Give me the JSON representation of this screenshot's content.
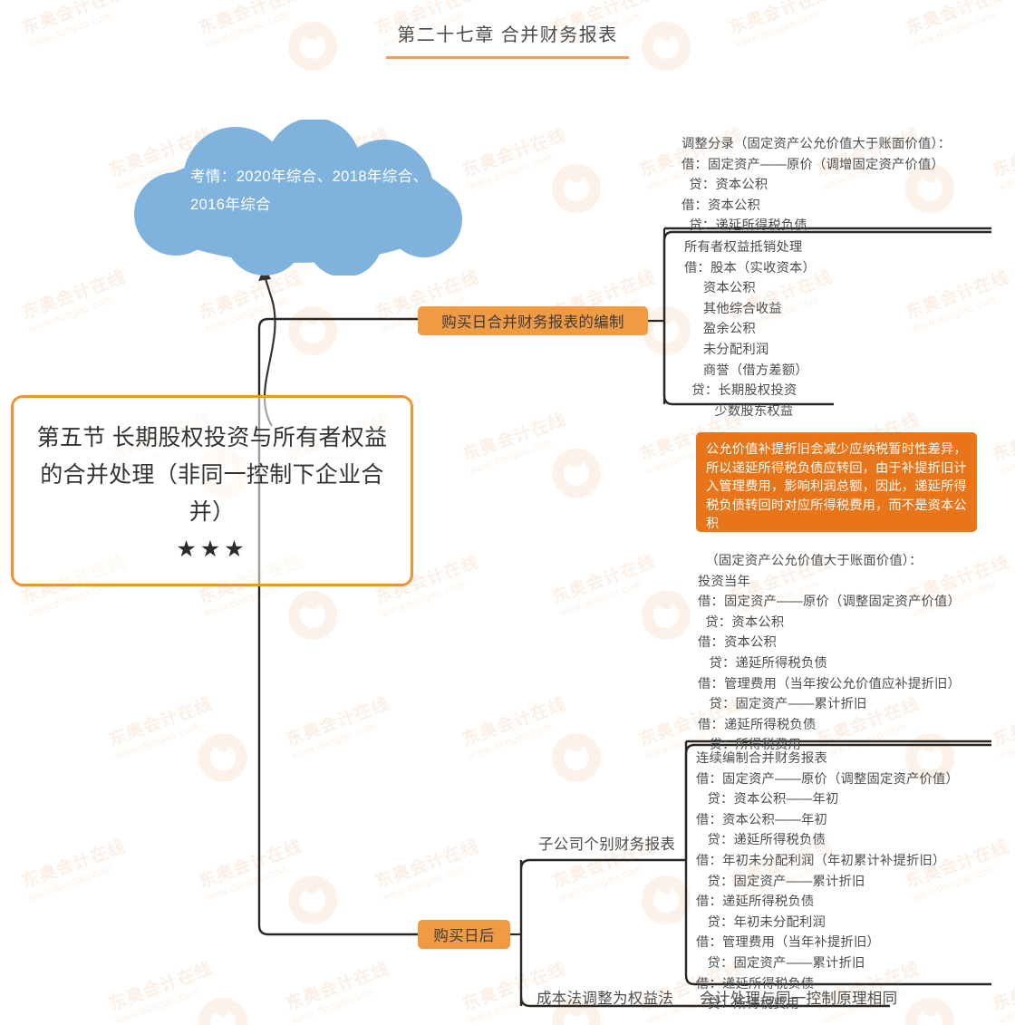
{
  "header": {
    "title": "第二十七章 合并财务报表",
    "rule_color": "#f0a253"
  },
  "theme": {
    "accent_orange": "#ef9334",
    "pill_orange": "#f09a44",
    "note_orange": "#e8751a",
    "cloud_blue": "#7fb2dd",
    "line_dark": "#2b2722",
    "text_gray": "#4d4d4d"
  },
  "cloud": {
    "text": "考情：2020年综合、2018年综合、2016年综合"
  },
  "root": {
    "title": "第五节 长期股权投资与所有者权益的合并处理（非同一控制下企业合并）",
    "stars": "★★★",
    "star_count": 3
  },
  "branches": {
    "buy_date": {
      "label": "购买日合并财务报表的编制",
      "details": [
        {
          "name": "adjust-entry",
          "text": "调整分录（固定资产公允价值大于账面价值）：\n借：固定资产——原价（调增固定资产价值）\n  贷：资本公积\n借：资本公积\n  贷：递延所得税负债"
        },
        {
          "name": "equity-offset",
          "text": "所有者权益抵销处理\n借：股本（实收资本）\n     资本公积\n     其他综合收益\n     盈余公积\n     未分配利润\n     商誉（借方差额）\n  贷：长期股权投资\n        少数股东权益"
        }
      ]
    },
    "after_buy": {
      "label": "购买日后",
      "sub_statement_label": "子公司个别财务报表",
      "cost_to_equity_label": "成本法调整为权益法",
      "same_control_label": "会计处理与同一控制原理相同",
      "note": "公允价值补提折旧会减少应纳税暂时性差异，所以递延所得税负债应转回，由于补提折旧计入管理费用，影响利润总额，因此，递延所得税负债转回时对应所得税费用，而不是资本公积",
      "details": [
        {
          "name": "invest-year",
          "text": "  （固定资产公允价值大于账面价值）：\n投资当年\n借：固定资产——原价（调整固定资产价值）\n  贷：资本公积\n借：资本公积\n   贷：递延所得税负债\n借：管理费用（当年按公允价值应补提折旧）\n   贷：固定资产——累计折旧\n借：递延所得税负债\n   贷：所得税费用"
        },
        {
          "name": "continuous",
          "text": "连续编制合并财务报表\n借：固定资产——原价（调整固定资产价值）\n   贷：资本公积——年初\n借：资本公积——年初\n   贷：递延所得税负债\n借：年初未分配利润（年初累计补提折旧）\n   贷：固定资产——累计折旧\n借：递延所得税负债\n   贷：年初未分配利润\n借：管理费用（当年补提折旧）\n   贷：固定资产——累计折旧\n借：递延所得税负债\n   贷：所得税费用"
        }
      ]
    }
  },
  "watermark": {
    "cn": "东奥会计在线",
    "url": "www.dongao.com"
  }
}
